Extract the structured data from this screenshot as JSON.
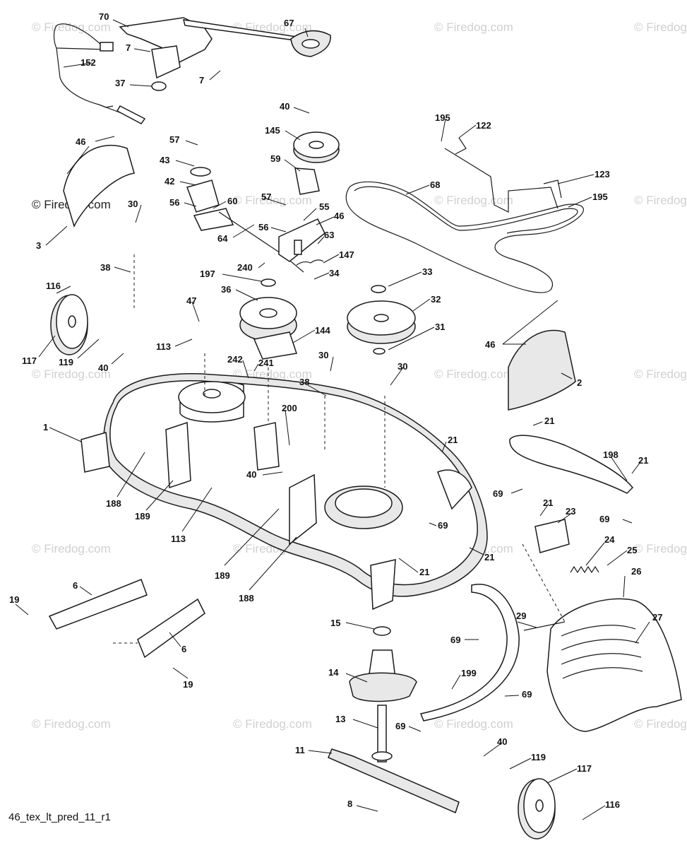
{
  "diagram": {
    "code": "46_tex_lt_pred_11_r1",
    "watermark": "© Firedog.com",
    "callouts": {
      "c70": "70",
      "c67": "67",
      "c7a": "7",
      "c7b": "7",
      "c152": "152",
      "c37": "37",
      "c40a": "40",
      "c145": "145",
      "c59": "59",
      "c57a": "57",
      "c43": "43",
      "c42": "42",
      "c56a": "56",
      "c60": "60",
      "c57b": "57",
      "c55": "55",
      "c46a": "46",
      "c56b": "56",
      "c64": "64",
      "c63": "63",
      "c147": "147",
      "c240": "240",
      "c34": "34",
      "c197": "197",
      "c33": "33",
      "c36": "36",
      "c32": "32",
      "c31": "31",
      "c144": "144",
      "c195a": "195",
      "c122": "122",
      "c123": "123",
      "c195b": "195",
      "c68": "68",
      "c46b": "46",
      "c3": "3",
      "c30a": "30",
      "c38a": "38",
      "c116a": "116",
      "c117a": "117",
      "c119a": "119",
      "c40b": "40",
      "c47": "47",
      "c113a": "113",
      "c242": "242",
      "c241": "241",
      "c30b": "30",
      "c38b": "38",
      "c30c": "30",
      "c200": "200",
      "c46c": "46",
      "c2": "2",
      "c1": "1",
      "c21a": "21",
      "c198": "198",
      "c21b": "21",
      "c69a": "69",
      "c21c": "21",
      "c23": "23",
      "c69b": "69",
      "c40c": "40",
      "c188a": "188",
      "c189a": "189",
      "c113b": "113",
      "c69c": "69",
      "c24": "24",
      "c25": "25",
      "c21d": "21",
      "c21e": "21",
      "c189b": "189",
      "c188b": "188",
      "c26": "26",
      "c6a": "6",
      "c19a": "19",
      "c15": "15",
      "c29": "29",
      "c27": "27",
      "c6b": "6",
      "c69d": "69",
      "c19b": "19",
      "c14": "14",
      "c199": "199",
      "c69e": "69",
      "c13": "13",
      "c69f": "69",
      "c11": "11",
      "c40d": "40",
      "c119b": "119",
      "c117b": "117",
      "c8": "8",
      "c116b": "116"
    }
  }
}
